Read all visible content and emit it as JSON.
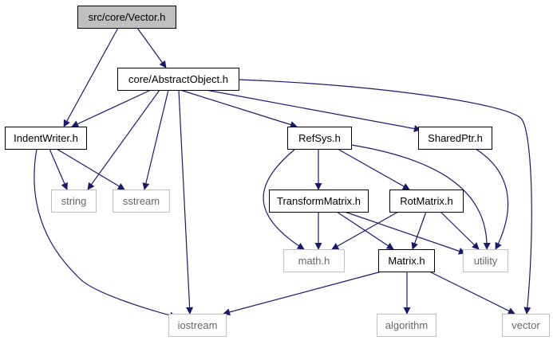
{
  "colors": {
    "edge": "#191970",
    "root_fill": "#bfbfbf",
    "node_border": "#000000",
    "system_border": "#bfbfbf",
    "system_text": "#666666",
    "background": "#ffffff"
  },
  "nodes": [
    {
      "id": "vector_h",
      "label": "src/core/Vector.h",
      "style": "root"
    },
    {
      "id": "abstractobject_h",
      "label": "core/AbstractObject.h",
      "style": "header"
    },
    {
      "id": "indentwriter_h",
      "label": "IndentWriter.h",
      "style": "header"
    },
    {
      "id": "refsys_h",
      "label": "RefSys.h",
      "style": "header"
    },
    {
      "id": "sharedptr_h",
      "label": "SharedPtr.h",
      "style": "header"
    },
    {
      "id": "string",
      "label": "string",
      "style": "system"
    },
    {
      "id": "sstream",
      "label": "sstream",
      "style": "system"
    },
    {
      "id": "transformmatrix_h",
      "label": "TransformMatrix.h",
      "style": "header"
    },
    {
      "id": "rotmatrix_h",
      "label": "RotMatrix.h",
      "style": "header"
    },
    {
      "id": "math_h",
      "label": "math.h",
      "style": "system"
    },
    {
      "id": "utility",
      "label": "utility",
      "style": "system"
    },
    {
      "id": "matrix_h",
      "label": "Matrix.h",
      "style": "header"
    },
    {
      "id": "iostream",
      "label": "iostream",
      "style": "system"
    },
    {
      "id": "algorithm",
      "label": "algorithm",
      "style": "system"
    },
    {
      "id": "vector",
      "label": "vector",
      "style": "system"
    }
  ],
  "edges": [
    {
      "from": "vector_h",
      "to": "indentwriter_h"
    },
    {
      "from": "vector_h",
      "to": "abstractobject_h"
    },
    {
      "from": "abstractobject_h",
      "to": "indentwriter_h"
    },
    {
      "from": "abstractobject_h",
      "to": "string"
    },
    {
      "from": "abstractobject_h",
      "to": "sstream"
    },
    {
      "from": "abstractobject_h",
      "to": "iostream"
    },
    {
      "from": "abstractobject_h",
      "to": "refsys_h"
    },
    {
      "from": "abstractobject_h",
      "to": "sharedptr_h"
    },
    {
      "from": "abstractobject_h",
      "to": "vector"
    },
    {
      "from": "indentwriter_h",
      "to": "string"
    },
    {
      "from": "indentwriter_h",
      "to": "sstream"
    },
    {
      "from": "indentwriter_h",
      "to": "iostream"
    },
    {
      "from": "refsys_h",
      "to": "math_h"
    },
    {
      "from": "refsys_h",
      "to": "transformmatrix_h"
    },
    {
      "from": "refsys_h",
      "to": "rotmatrix_h"
    },
    {
      "from": "refsys_h",
      "to": "utility"
    },
    {
      "from": "sharedptr_h",
      "to": "utility"
    },
    {
      "from": "transformmatrix_h",
      "to": "math_h"
    },
    {
      "from": "transformmatrix_h",
      "to": "matrix_h"
    },
    {
      "from": "transformmatrix_h",
      "to": "utility"
    },
    {
      "from": "rotmatrix_h",
      "to": "math_h"
    },
    {
      "from": "rotmatrix_h",
      "to": "matrix_h"
    },
    {
      "from": "rotmatrix_h",
      "to": "utility"
    },
    {
      "from": "matrix_h",
      "to": "iostream"
    },
    {
      "from": "matrix_h",
      "to": "algorithm"
    },
    {
      "from": "matrix_h",
      "to": "vector"
    }
  ]
}
